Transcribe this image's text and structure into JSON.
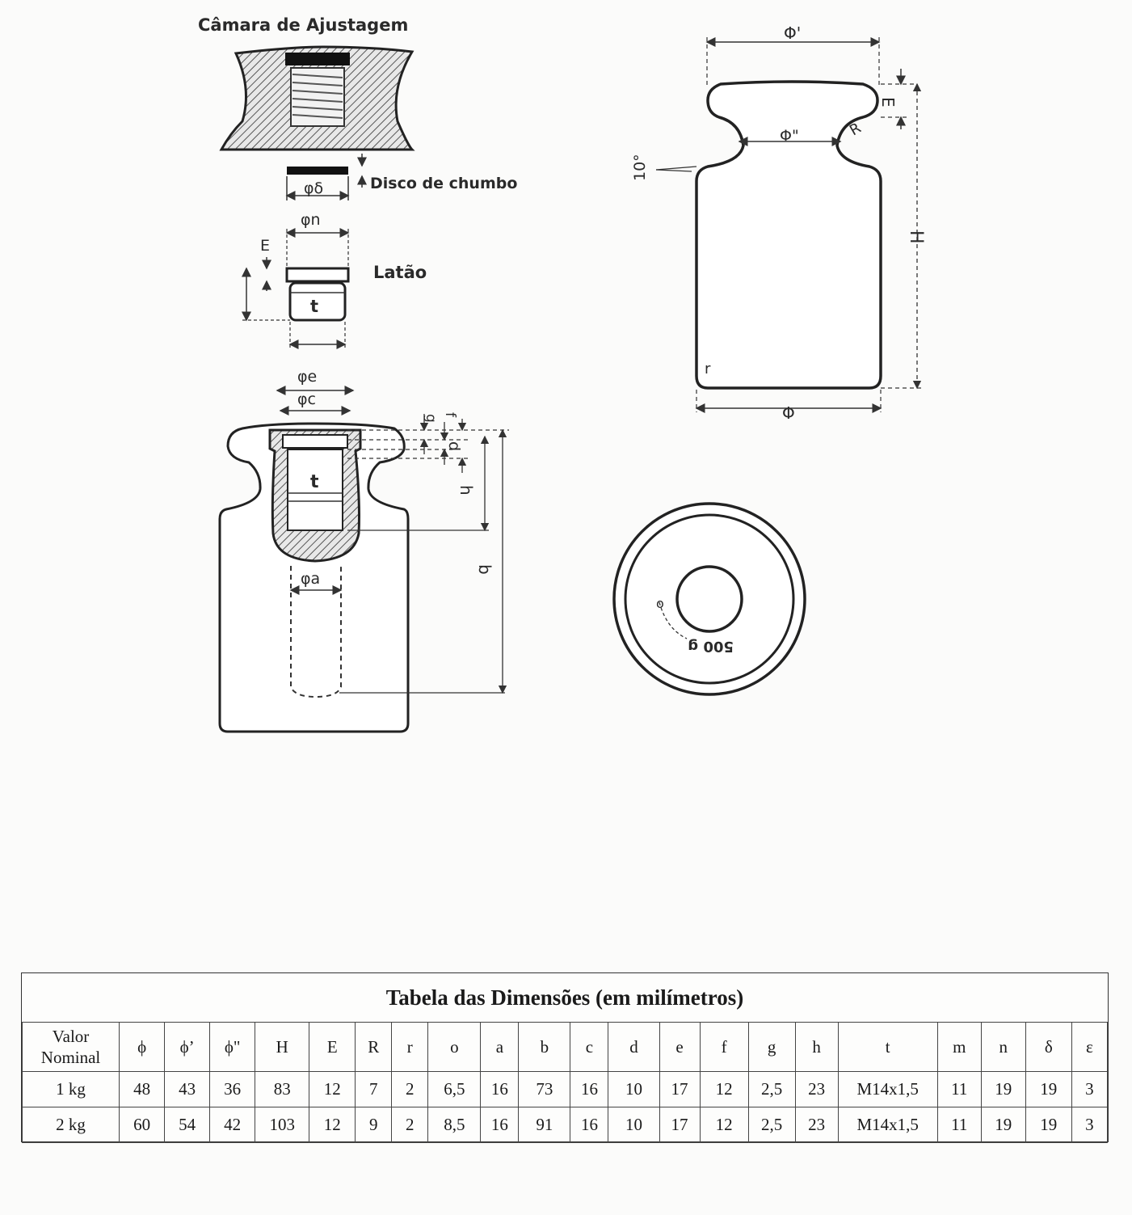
{
  "drawing_labels": {
    "camara": "Câmara de Ajustagem",
    "disco": "Disco de chumbo",
    "latao": "Latão",
    "phi_delta": "φδ",
    "phi_n": "φn",
    "E_small": "E",
    "t_plug": "t",
    "phi_e": "φe",
    "phi_c": "φc",
    "t_body": "t",
    "phi_a": "φa",
    "g": "g",
    "f": "f",
    "d": "d",
    "h": "h",
    "b": "b",
    "Phi_prime": "Φ'",
    "Phi_dprime": "Φ\"",
    "E_big": "E",
    "R": "R",
    "ten_deg": "10°",
    "H": "H",
    "r": "r",
    "Phi": "Φ",
    "o": "o",
    "mark_500g": "500 g"
  },
  "table": {
    "title": "Tabela das Dimensões (em milímetros)",
    "header_first": [
      "Valor",
      "Nominal"
    ],
    "headers": [
      "ϕ",
      "ϕ’",
      "ϕ\"",
      "H",
      "E",
      "R",
      "r",
      "o",
      "a",
      "b",
      "c",
      "d",
      "e",
      "f",
      "g",
      "h",
      "t",
      "m",
      "n",
      "δ",
      "ε"
    ],
    "rows": [
      [
        "1 kg",
        "48",
        "43",
        "36",
        "83",
        "12",
        "7",
        "2",
        "6,5",
        "16",
        "73",
        "16",
        "10",
        "17",
        "12",
        "2,5",
        "23",
        "M14x1,5",
        "11",
        "19",
        "19",
        "3"
      ],
      [
        "2 kg",
        "60",
        "54",
        "42",
        "103",
        "12",
        "9",
        "2",
        "8,5",
        "16",
        "91",
        "16",
        "10",
        "17",
        "12",
        "2,5",
        "23",
        "M14x1,5",
        "11",
        "19",
        "19",
        "3"
      ]
    ]
  }
}
